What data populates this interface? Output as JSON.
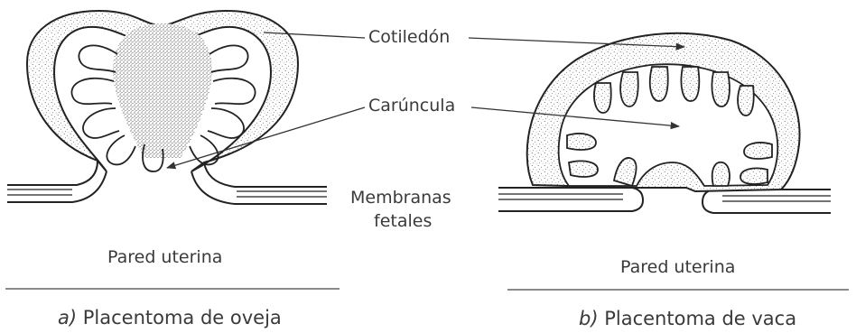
{
  "labels": {
    "cotiledon": "Cotiledón",
    "caruncula": "Carúncula",
    "membranas_line1": "Membranas",
    "membranas_line2": "fetales",
    "pared_uterina_left": "Pared uterina",
    "pared_uterina_right": "Pared uterina"
  },
  "captions": {
    "left_marker": "a)",
    "left_text": "Placentoma de oveja",
    "right_marker": "b)",
    "right_text": "Placentoma de vaca"
  }
}
